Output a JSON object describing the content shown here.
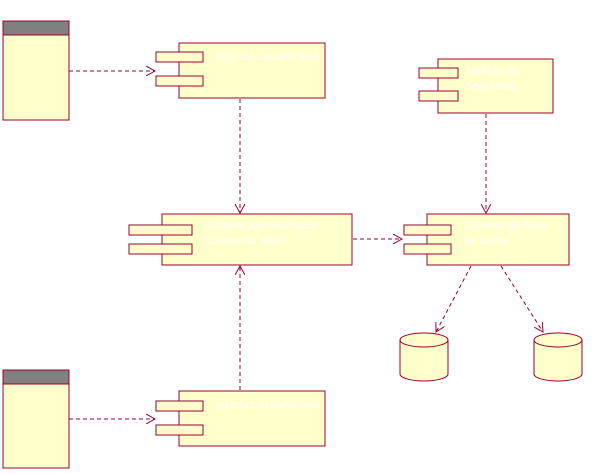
{
  "colors": {
    "fill": "#ffffcc",
    "stroke": "#990033",
    "header": "#808080",
    "label": "#ffffff"
  },
  "nodes": [
    {
      "id": "n1",
      "kind": "node",
      "label": ""
    },
    {
      "id": "n2",
      "kind": "node",
      "label": ""
    }
  ],
  "components": [
    {
      "id": "c1",
      "lines": [
        "Interfaz Usuario Web"
      ]
    },
    {
      "id": "c2",
      "lines": [
        "Sistema Administrador",
        "Contenido Web"
      ]
    },
    {
      "id": "c3",
      "lines": [
        "Interfaz Usuario Web"
      ]
    },
    {
      "id": "c4",
      "lines": [
        "Módulo de",
        "Seguridad"
      ]
    },
    {
      "id": "c5",
      "lines": [
        "Sistema de Base",
        "de Datos"
      ]
    }
  ],
  "databases": [
    {
      "id": "db1",
      "label": ""
    },
    {
      "id": "db2",
      "label": ""
    }
  ]
}
